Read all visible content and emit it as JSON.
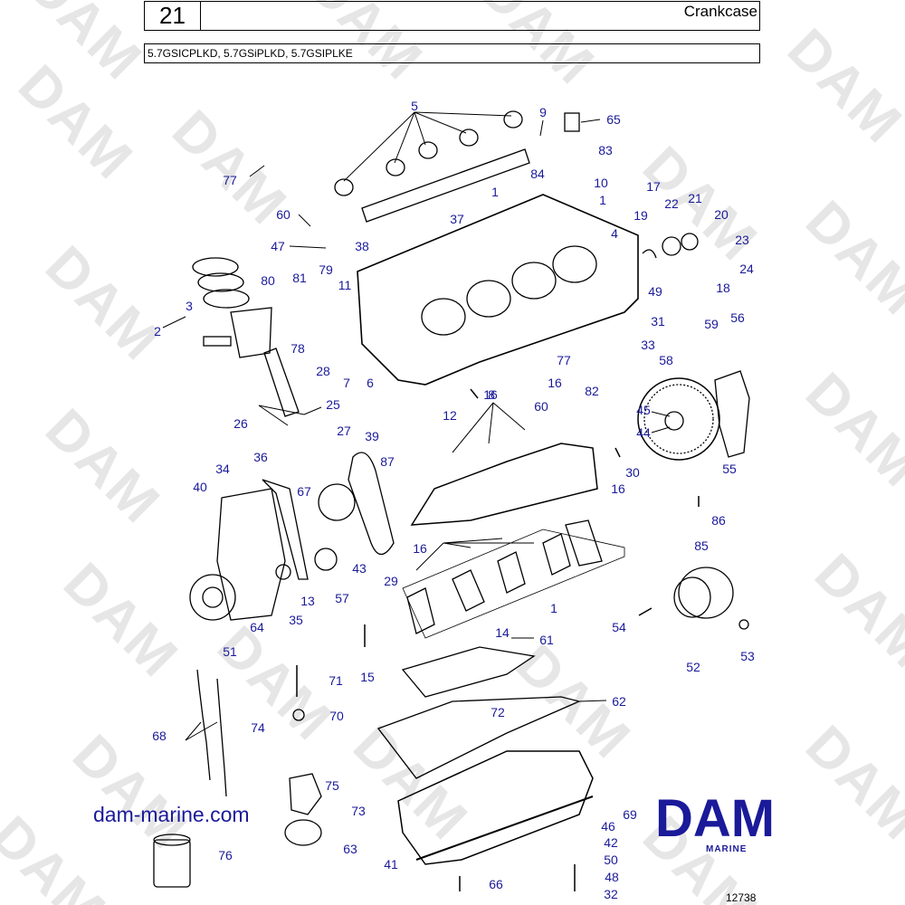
{
  "header": {
    "page_number": "21",
    "title": "Crankcase",
    "models": "5.7GSICPLKD, 5.7GSiPLKD, 5.7GSIPLKE"
  },
  "watermark": "DAM",
  "website": "dam-marine.com",
  "logo": {
    "brand": "DAM",
    "sub": "MARINE",
    "color": "#1a1a9a"
  },
  "figure_number": "12738",
  "callouts": [
    "5",
    "9",
    "65",
    "83",
    "84",
    "10",
    "77",
    "1",
    "37",
    "60",
    "47",
    "38",
    "1",
    "17",
    "22",
    "21",
    "20",
    "19",
    "4",
    "23",
    "24",
    "18",
    "49",
    "3",
    "80",
    "81",
    "79",
    "11",
    "2",
    "78",
    "31",
    "59",
    "56",
    "33",
    "77",
    "58",
    "28",
    "7",
    "6",
    "8",
    "16",
    "12",
    "60",
    "16",
    "82",
    "45",
    "25",
    "26",
    "27",
    "44",
    "39",
    "36",
    "34",
    "87",
    "30",
    "55",
    "40",
    "67",
    "16",
    "16",
    "1",
    "43",
    "13",
    "35",
    "64",
    "57",
    "29",
    "51",
    "86",
    "85",
    "14",
    "61",
    "54",
    "52",
    "53",
    "15",
    "71",
    "70",
    "72",
    "62",
    "68",
    "74",
    "75",
    "73",
    "63",
    "76",
    "69",
    "46",
    "42",
    "50",
    "48",
    "32",
    "41",
    "66"
  ]
}
